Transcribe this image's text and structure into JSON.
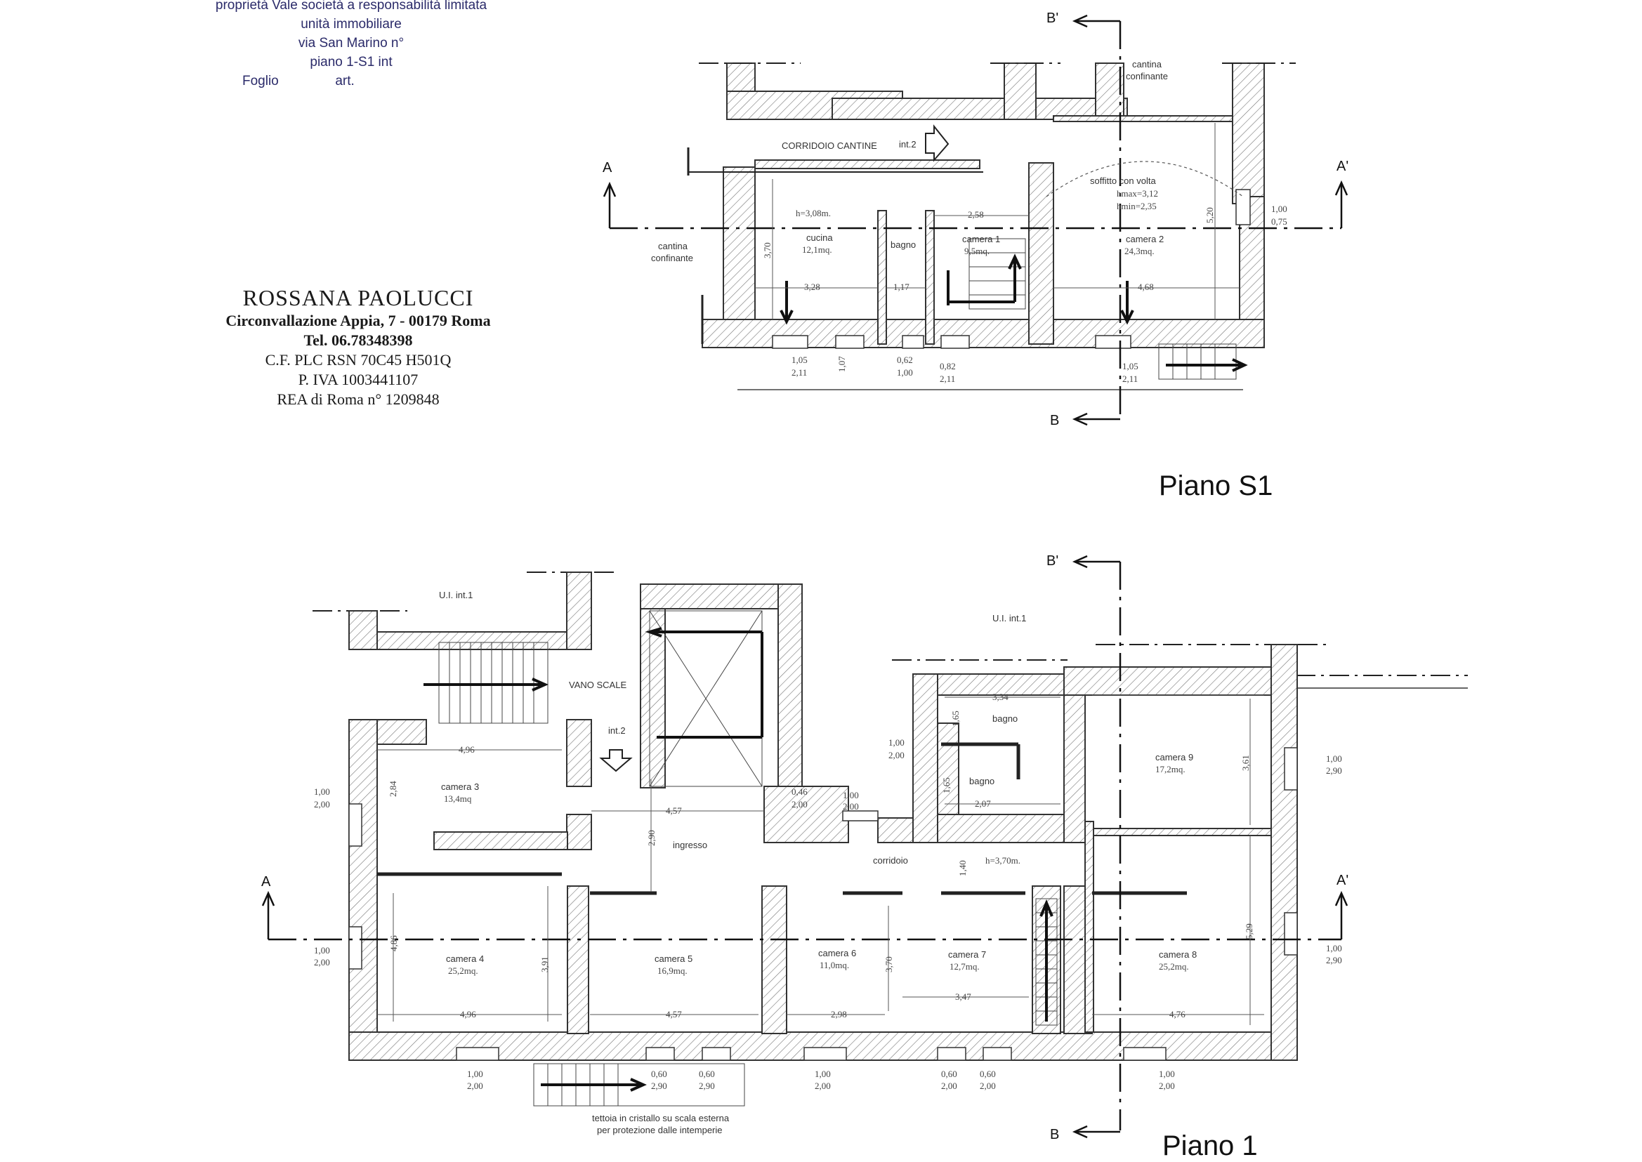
{
  "header": {
    "line1": "proprietà Vale società a responsabilità limitata",
    "line2": "unità immobiliare",
    "line3": "via San Marino n°",
    "line4": "piano 1-S1 int",
    "foglio_label": "Foglio",
    "art_label": "art."
  },
  "stamp": {
    "name": "ROSSANA PAOLUCCI",
    "address": "Circonvallazione Appia, 7 - 00179 Roma",
    "tel": "Tel. 06.78348398",
    "cf": "C.F. PLC RSN 70C45 H501Q",
    "piva": "P. IVA 1003441107",
    "rea": "REA di Roma n° 1209848"
  },
  "plan_s1": {
    "title": "Piano S1",
    "section": {
      "a": "A",
      "a_prime": "A'",
      "b": "B",
      "b_prime": "B'"
    },
    "labels": {
      "corridoio": "CORRIDOIO CANTINE",
      "int2": "int.2",
      "cantina_top_1": "cantina",
      "cantina_top_2": "confinante",
      "cantina_left_1": "cantina",
      "cantina_left_2": "confinante",
      "cucina_h": "h=3,08m.",
      "cucina_1": "cucina",
      "cucina_2": "12,1mq.",
      "bagno": "bagno",
      "camera1_1": "camera 1",
      "camera1_2": "9,5mq.",
      "soffitto": "soffitto con volta",
      "hmax": "hmax=3,12",
      "hmin": "hmin=2,35",
      "camera2_1": "camera 2",
      "camera2_2": "24,3mq."
    },
    "dims": {
      "d370": "3,70",
      "d328": "3,28",
      "d117": "1,17",
      "d258": "2,58",
      "d468": "4,68",
      "d520": "5,20",
      "d100": "1,00",
      "d075": "0,75",
      "w1a": "1,05",
      "w1b": "2,11",
      "d107": "1,07",
      "w2a": "0,62",
      "w2b": "1,00",
      "w3a": "0,82",
      "w3b": "2,11",
      "w4a": "1,05",
      "w4b": "2,11"
    }
  },
  "plan_1": {
    "title": "Piano 1",
    "section": {
      "a": "A",
      "a_prime": "A'",
      "b": "B",
      "b_prime": "B'"
    },
    "labels": {
      "ui_left": "U.I. int.1",
      "ui_right": "U.I. int.1",
      "vano_scale": "VANO SCALE",
      "int2": "int.2",
      "camera3_1": "camera 3",
      "camera3_2": "13,4mq",
      "ingresso": "ingresso",
      "corridoio": "corridoio",
      "h_corr": "h=3,70m.",
      "bagno_a": "bagno",
      "bagno_b": "bagno",
      "camera9_1": "camera 9",
      "camera9_2": "17,2mq.",
      "camera4_1": "camera 4",
      "camera4_2": "25,2mq.",
      "camera5_1": "camera 5",
      "camera5_2": "16,9mq.",
      "camera6_1": "camera 6",
      "camera6_2": "11,0mq.",
      "camera7_1": "camera 7",
      "camera7_2": "12,7mq.",
      "camera8_1": "camera 8",
      "camera8_2": "25,2mq.",
      "tettoia_1": "tettoia in cristallo su scala esterna",
      "tettoia_2": "per protezione dalle intemperie"
    },
    "dims": {
      "d496a": "4,96",
      "d284": "2,84",
      "d457a": "4,57",
      "d290": "2,90",
      "d046": "0,46",
      "d200a": "2,00",
      "d100a": "1,00",
      "d200b": "2,00",
      "d334": "3,34",
      "d165a": "1,65",
      "d165b": "1,65",
      "d207": "2,07",
      "d100b": "1,00",
      "d200c": "2,00",
      "d361": "3,61",
      "d100c": "1,00",
      "d290b": "2,90",
      "d100d": "1,00",
      "d200d": "2,00",
      "d140": "1,40",
      "d486": "4,86",
      "d391": "3,91",
      "d370": "3,70",
      "d496b": "4,96",
      "d457b": "4,57",
      "d298": "2,98",
      "d347": "3,47",
      "d476": "4,76",
      "d529": "5,29",
      "d100e": "1,00",
      "d200e": "2,00",
      "d100f": "1,00",
      "d290c": "2,90",
      "wb1a": "1,00",
      "wb1b": "2,00",
      "wb2a": "0,60",
      "wb2b": "2,90",
      "wb3a": "0,60",
      "wb3b": "2,90",
      "wb4a": "1,00",
      "wb4b": "2,00",
      "wb5a": "0,60",
      "wb5b": "2,00",
      "wb6a": "0,60",
      "wb6b": "2,00",
      "wb7a": "1,00",
      "wb7b": "2,00"
    }
  }
}
